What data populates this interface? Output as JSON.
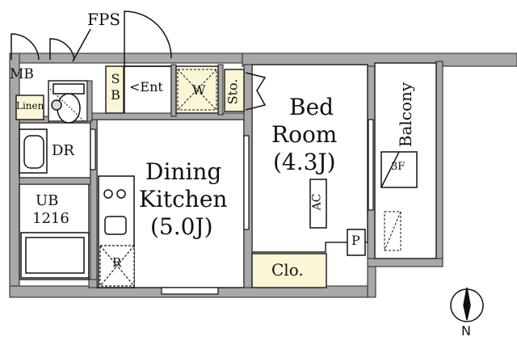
{
  "labels": {
    "fps": "FPS",
    "mb": "MB",
    "linen": "Linen",
    "sb": "SB",
    "ent": "Ent",
    "wm": "W",
    "sto": "Sto.",
    "dr": "DR",
    "ub": "UB",
    "ub_size": "1216",
    "dining": "Dining",
    "kitchen": "Kitchen",
    "dk_size": "(5.0J)",
    "bed": "Bed",
    "room": "Room",
    "bed_size": "(4.3J)",
    "ac": "AC",
    "clo": "Clo.",
    "p": "P",
    "balcony": "Balcony",
    "floor": "3F",
    "refrigerator": "R",
    "north": "N"
  },
  "colors": {
    "wall": "#a8a8a8",
    "wall_outline": "#222222",
    "storage_fill": "#fbf6d6",
    "line": "#111111"
  }
}
